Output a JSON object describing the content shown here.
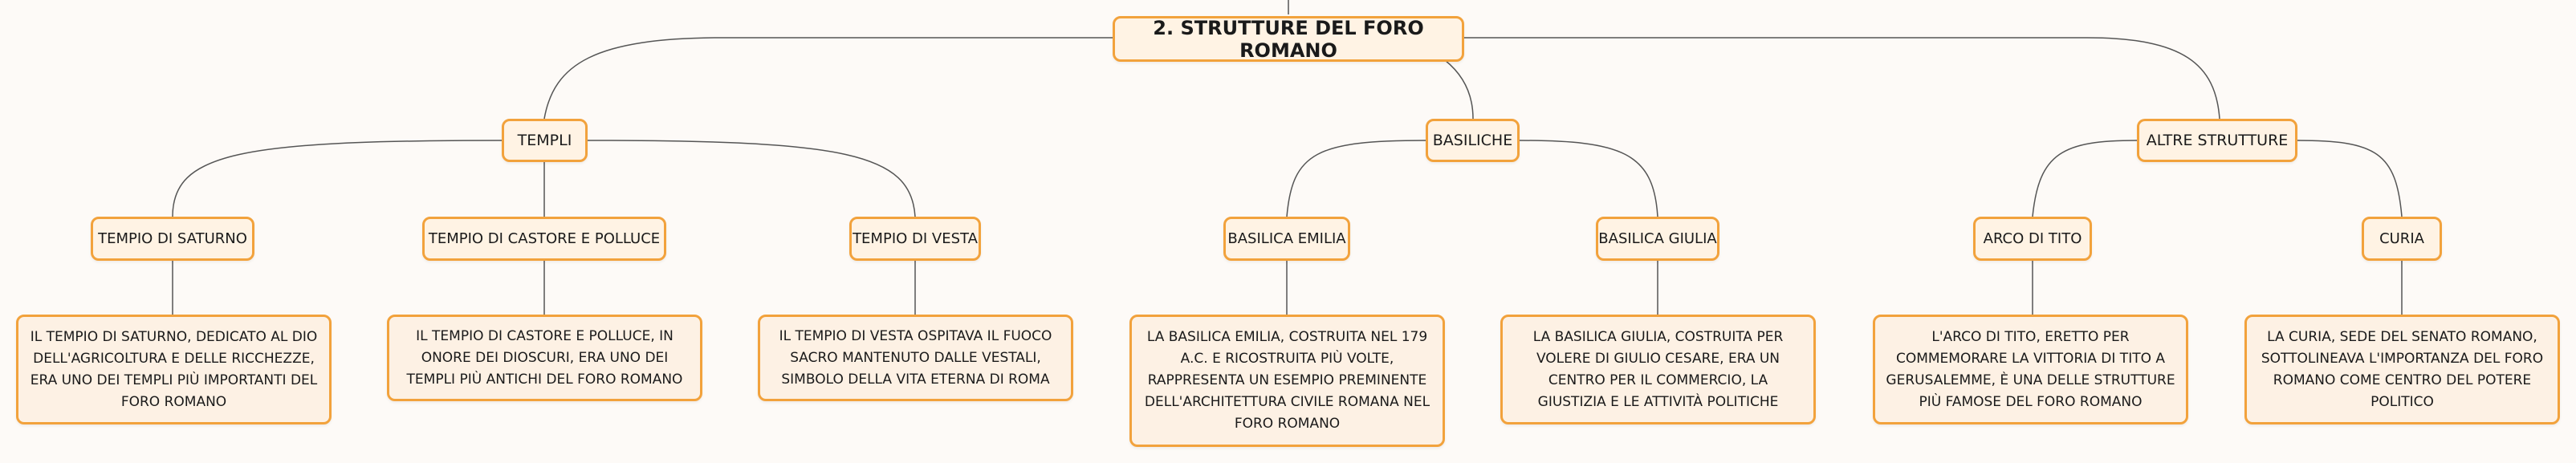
{
  "root": {
    "label": "2. STRUTTURE DEL FORO ROMANO"
  },
  "sections": {
    "templi": {
      "label": "TEMPLI",
      "saturno": {
        "label": "TEMPIO DI SATURNO",
        "text": "IL TEMPIO DI SATURNO, DEDICATO AL DIO DELL'AGRICOLTURA E DELLE RICCHEZZE, ERA UNO DEI TEMPLI PIÙ IMPORTANTI DEL FORO ROMANO"
      },
      "castore": {
        "label": "TEMPIO DI CASTORE E POLLUCE",
        "text": "IL TEMPIO DI CASTORE E POLLUCE, IN ONORE DEI DIOSCURI, ERA UNO DEI TEMPLI PIÙ ANTICHI DEL FORO ROMANO"
      },
      "vesta": {
        "label": "TEMPIO DI VESTA",
        "text": "IL TEMPIO DI VESTA OSPITAVA IL FUOCO SACRO MANTENUTO DALLE VESTALI, SIMBOLO DELLA VITA ETERNA DI ROMA"
      }
    },
    "basiliche": {
      "label": "BASILICHE",
      "emilia": {
        "label": "BASILICA EMILIA",
        "text": "LA BASILICA EMILIA, COSTRUITA NEL 179 A.C. E RICOSTRUITA PIÙ VOLTE, RAPPRESENTA UN ESEMPIO PREMINENTE DELL'ARCHITETTURA CIVILE ROMANA NEL FORO ROMANO"
      },
      "giulia": {
        "label": "BASILICA GIULIA",
        "text": "LA BASILICA GIULIA, COSTRUITA PER VOLERE DI GIULIO CESARE, ERA UN CENTRO PER IL COMMERCIO, LA GIUSTIZIA E LE ATTIVITÀ POLITICHE"
      }
    },
    "altre": {
      "label": "ALTRE STRUTTURE",
      "arco": {
        "label": "ARCO DI TITO",
        "text": "L'ARCO DI TITO, ERETTO PER COMMEMORARE LA VITTORIA DI TITO A GERUSALEMME, È UNA DELLE STRUTTURE PIÙ FAMOSE DEL FORO ROMANO"
      },
      "curia": {
        "label": "CURIA",
        "text": "LA CURIA, SEDE DEL SENATO ROMANO, SOTTOLINEAVA L'IMPORTANZA DEL FORO ROMANO COME CENTRO DEL POTERE POLITICO"
      }
    }
  },
  "colors": {
    "border": "#f2a23c",
    "fill": "#fff3e4",
    "line": "#555555",
    "background": "#fdfaf7"
  }
}
